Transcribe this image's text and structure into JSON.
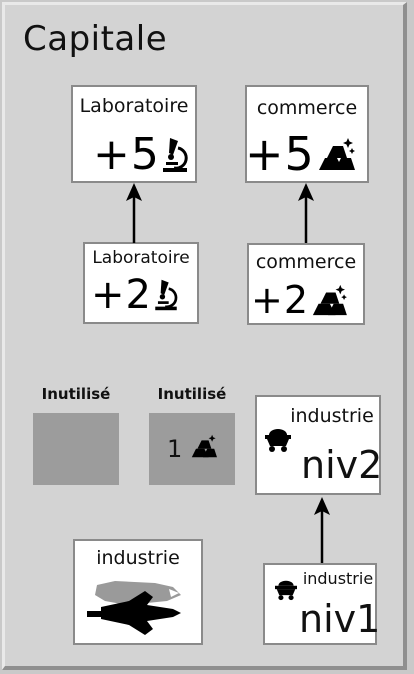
{
  "panel": {
    "title": "Capitale"
  },
  "buildings": {
    "lab_top": {
      "category": "Laboratoire",
      "bonus": "+5"
    },
    "lab_bottom": {
      "category": "Laboratoire",
      "bonus": "+2"
    },
    "commerce_top": {
      "category": "commerce",
      "bonus": "+5"
    },
    "commerce_bottom": {
      "category": "commerce",
      "bonus": "+2"
    },
    "industry_top": {
      "category": "industrie",
      "level": "niv2"
    },
    "industry_bottom": {
      "category": "industrie",
      "level": "niv1"
    },
    "industry_ship": {
      "category": "industrie"
    }
  },
  "slots": {
    "unused_1": {
      "label": "Inutilisé"
    },
    "unused_2": {
      "label": "Inutilisé",
      "count": "1"
    }
  },
  "icons": {
    "science": "microscope-icon",
    "trade": "gold-bars-icon",
    "industry": "mine-cart-icon",
    "ship": "spaceship-icon"
  },
  "colors": {
    "background": "#d3d3d3",
    "card": "#ffffff",
    "slot": "#9c9c9c"
  }
}
